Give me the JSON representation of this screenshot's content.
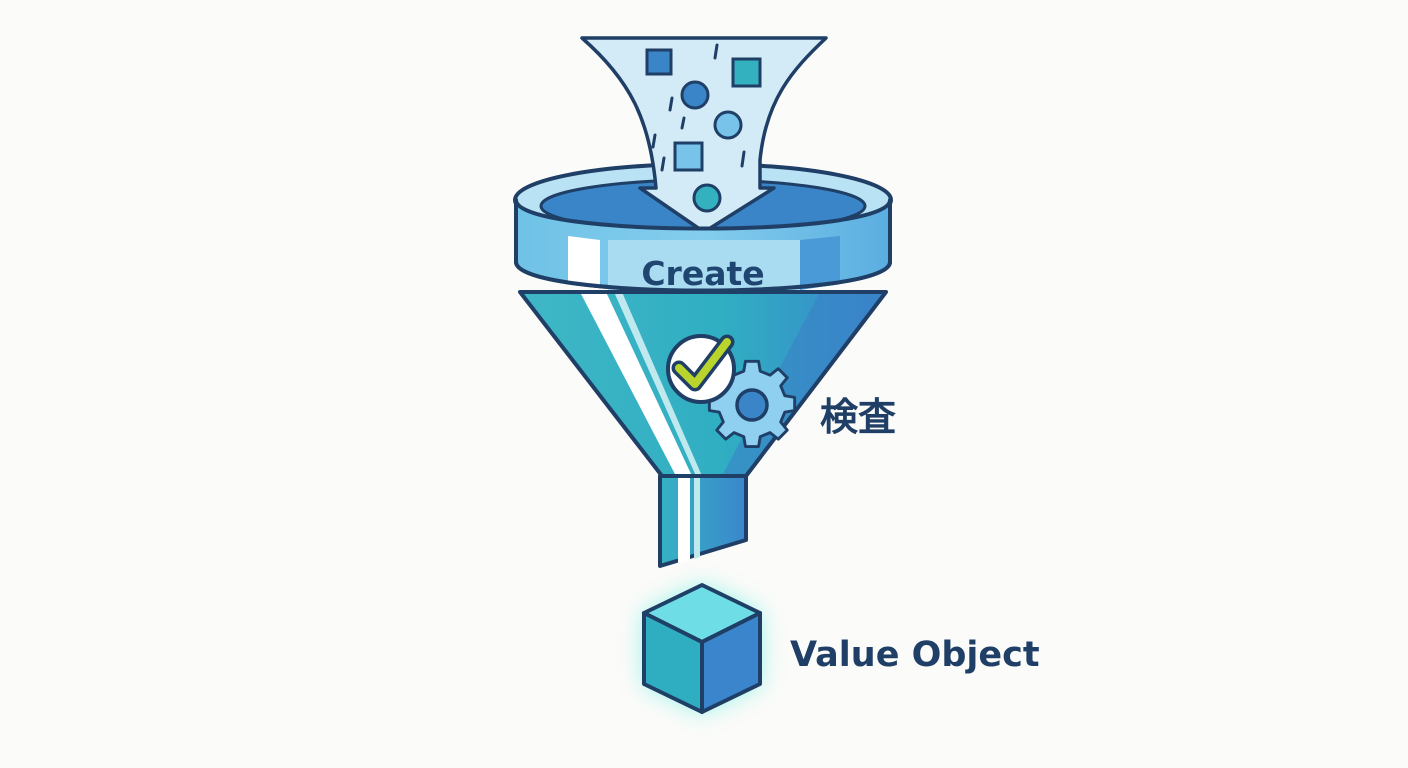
{
  "labels": {
    "funnel_band": "Create",
    "inspection": "検査",
    "output": "Value Object"
  },
  "colors": {
    "outline": "#1f3f66",
    "funnel_light": "#77c4ea",
    "funnel_mid": "#3a8fd0",
    "funnel_teal": "#34b5c1",
    "stream_fill": "#d3ebf7",
    "check_mark": "#b9d42c",
    "cube_glow": "#6ff0e4"
  },
  "icons": [
    "square-particle-icon",
    "circle-particle-icon",
    "check-circle-icon",
    "gear-icon",
    "cube-icon"
  ]
}
